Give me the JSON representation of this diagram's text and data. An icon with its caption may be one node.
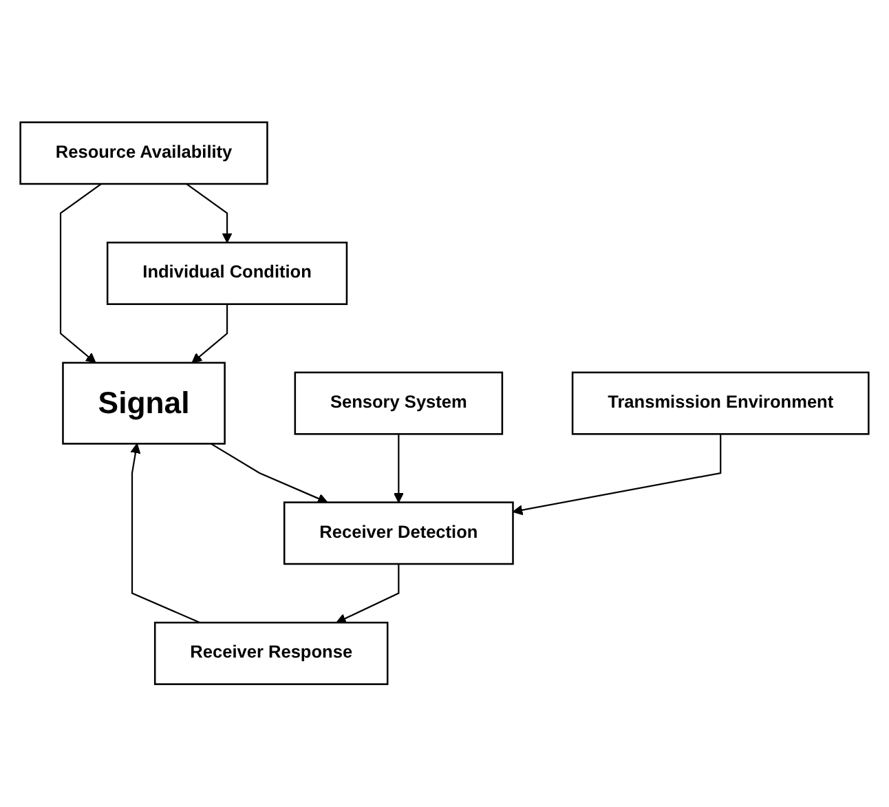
{
  "diagram": {
    "nodes": [
      {
        "text": [
          "Resource Availability"
        ]
      },
      {
        "text": [
          "Individual Condition"
        ]
      },
      {
        "text": [
          "Signal"
        ]
      },
      {
        "text": [
          "Receiver Detection"
        ]
      },
      {
        "text": [
          "Receiver Response"
        ]
      },
      {
        "text": [
          "Sensory System"
        ]
      },
      {
        "text": [
          "Transmission Environment"
        ]
      }
    ],
    "edges": [
      {
        "from": 0,
        "to": 1,
        "arrow": "to"
      },
      {
        "from": 0,
        "to": 2,
        "arrow": "to"
      },
      {
        "from": 1,
        "to": 2,
        "arrow": "to"
      },
      {
        "from": 2,
        "to": 3,
        "arrow": "to"
      },
      {
        "from": 4,
        "to": 2,
        "arrow": "to"
      },
      {
        "from": 3,
        "to": 4,
        "arrow": "to"
      },
      {
        "from": 5,
        "to": 3,
        "arrow": "to"
      },
      {
        "from": 6,
        "to": 3,
        "arrow": "to"
      }
    ]
  }
}
